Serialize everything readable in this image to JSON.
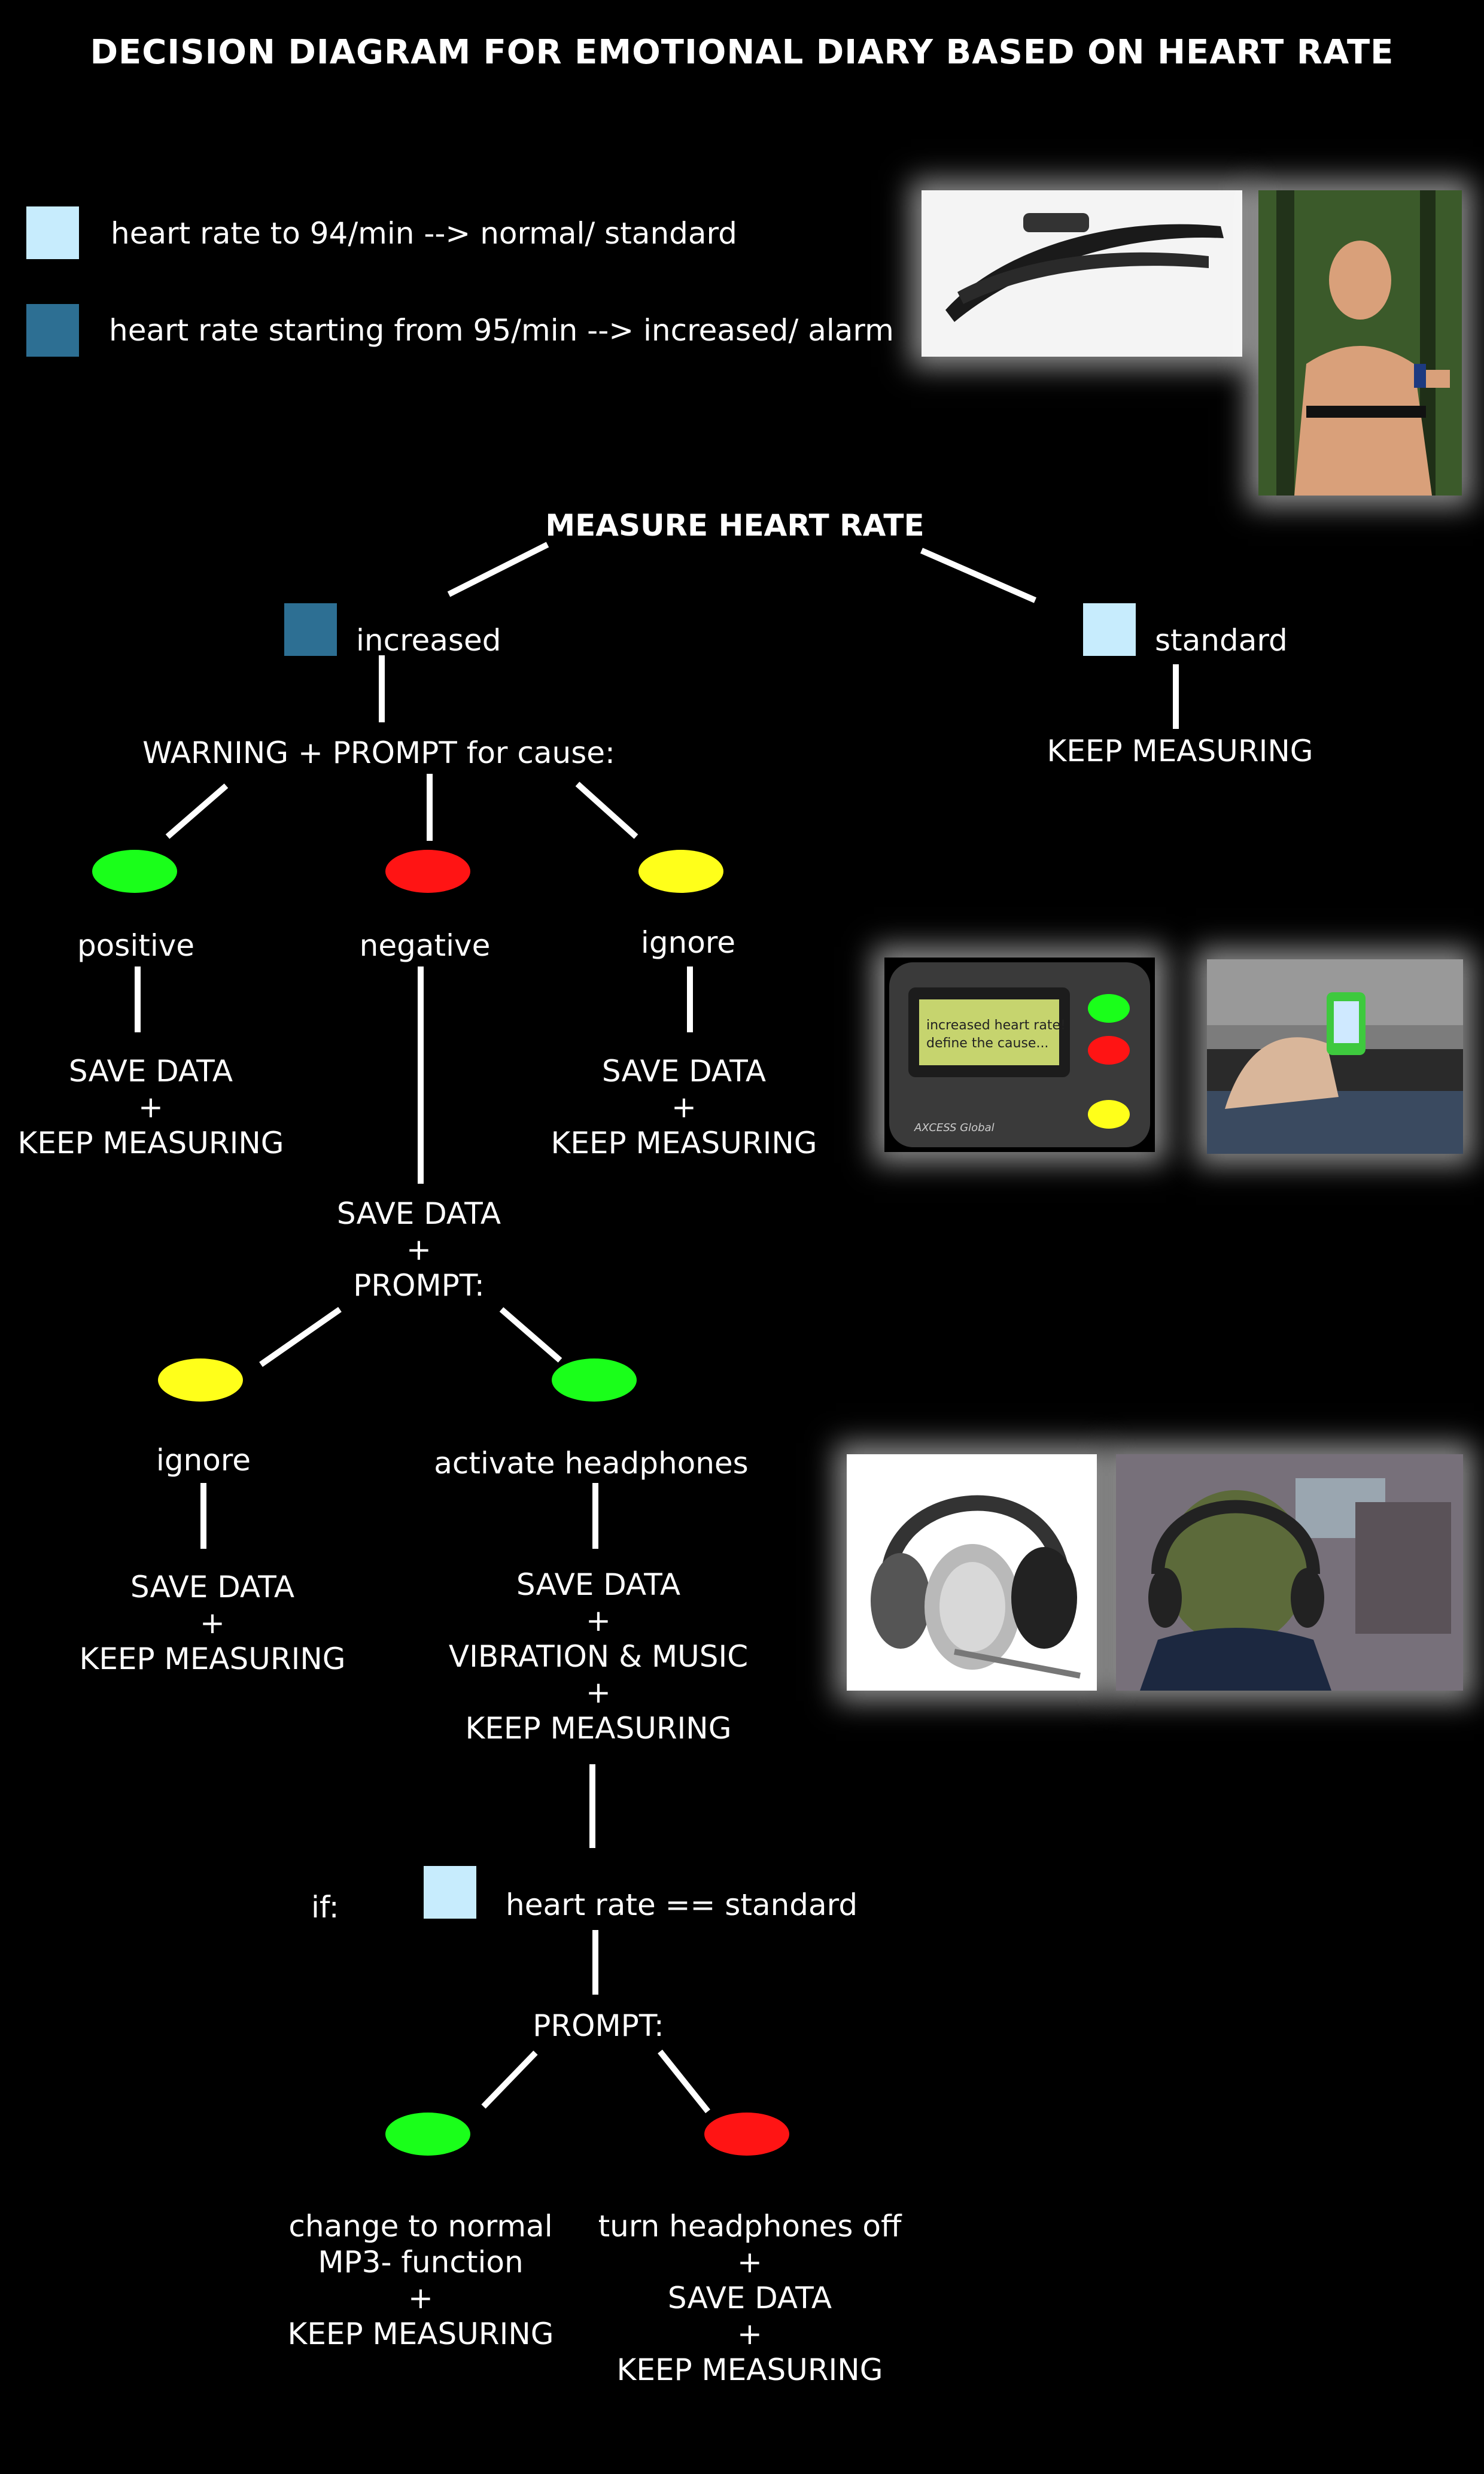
{
  "title": "DECISION DIAGRAM FOR EMOTIONAL DIARY BASED ON HEART RATE",
  "colors": {
    "standard": "#c7ecfd",
    "increased": "#2d6f93",
    "green": "#1aff1a",
    "red": "#ff1414",
    "yellow": "#ffff1a"
  },
  "legend": [
    {
      "color": "standard",
      "label": "heart rate to 94/min --> normal/ standard"
    },
    {
      "color": "increased",
      "label": "heart rate starting from 95/min --> increased/ alarm"
    }
  ],
  "root": "MEASURE HEART RATE",
  "increased": {
    "label": "increased",
    "prompt": "WARNING + PROMPT for cause:",
    "positive": {
      "label": "positive",
      "result": [
        "SAVE DATA",
        "+",
        "KEEP MEASURING"
      ]
    },
    "negative": {
      "label": "negative",
      "result": [
        "SAVE DATA",
        "+",
        "PROMPT:"
      ]
    },
    "ignore": {
      "label": "ignore",
      "result": [
        "SAVE DATA",
        "+",
        "KEEP MEASURING"
      ]
    }
  },
  "standard": {
    "label": "standard",
    "action": "KEEP MEASURING"
  },
  "second_prompt": {
    "ignore": {
      "label": "ignore",
      "result": [
        "SAVE DATA",
        "+",
        "KEEP MEASURING"
      ]
    },
    "headphones": {
      "label": "activate headphones",
      "result": [
        "SAVE DATA",
        "+",
        "VIBRATION & MUSIC",
        "+",
        "KEEP MEASURING"
      ]
    }
  },
  "condition": {
    "prefix": "if:",
    "label": "heart rate == standard"
  },
  "final_prompt": "PROMPT:",
  "final": {
    "yes": [
      "change to normal",
      "MP3- function",
      "+",
      "KEEP MEASURING"
    ],
    "no": [
      "turn headphones off",
      "+",
      "SAVE DATA",
      "+",
      "KEEP MEASURING"
    ]
  },
  "device_screen": [
    "increased heart rate!",
    "define the cause..."
  ],
  "device_brand": "AXCESS Global"
}
